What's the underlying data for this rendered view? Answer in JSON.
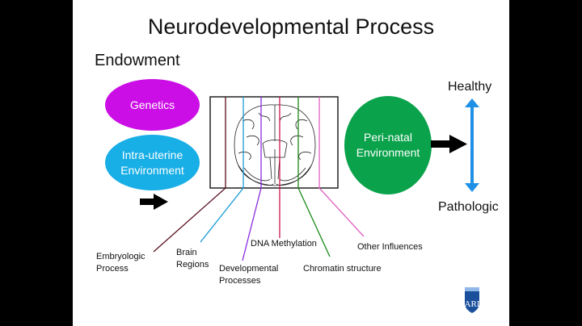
{
  "slide": {
    "title": "Neurodevelopmental Process",
    "section_label": "Endowment",
    "inputs": [
      {
        "label": "Genetics",
        "color": "#cc0ee6"
      },
      {
        "label_lines": [
          "Intra-uterine",
          "Environment"
        ],
        "color": "#18aee6"
      }
    ],
    "perinatal": {
      "label_lines": [
        "Peri-natal",
        "Environment"
      ],
      "color": "#0aa24b"
    },
    "outcome": {
      "top": "Healthy",
      "bottom": "Pathologic",
      "arrow_color": "#1e90e6"
    },
    "factors": [
      {
        "label_lines": [
          "Embryologic",
          "Process"
        ],
        "color": "#5a0f1e"
      },
      {
        "label_lines": [
          "Brain",
          "Regions"
        ],
        "color": "#1a9ad6"
      },
      {
        "label_lines": [
          "Developmental",
          "Processes"
        ],
        "color": "#8a2be2"
      },
      {
        "label_lines": [
          "DNA Methylation"
        ],
        "color": "#c8184a"
      },
      {
        "label_lines": [
          "Chromatin structure"
        ],
        "color": "#1a8a1a"
      },
      {
        "label_lines": [
          "Other Influences"
        ],
        "color": "#e060c0"
      }
    ],
    "logo": {
      "text": "ARI",
      "color": "#1a4f9c"
    }
  }
}
